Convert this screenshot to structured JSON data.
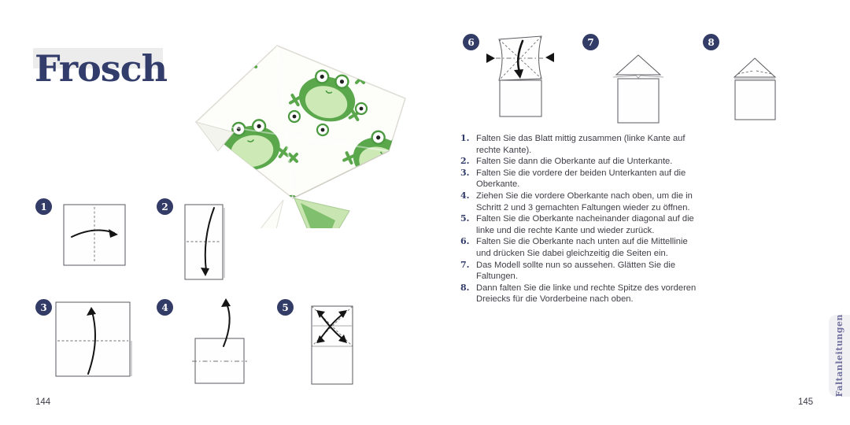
{
  "book": {
    "title": "Frosch",
    "left_page_number": "144",
    "right_page_number": "145",
    "side_tab_label": "Faltanleitungen"
  },
  "steps": [
    "1",
    "2",
    "3",
    "4",
    "5",
    "6",
    "7",
    "8"
  ],
  "instructions": [
    {
      "num": "1.",
      "text": "Falten Sie das Blatt mittig zusammen (linke Kante auf rechte Kante)."
    },
    {
      "num": "2.",
      "text": "Falten Sie dann die Oberkante auf die Unterkante."
    },
    {
      "num": "3.",
      "text": "Falten Sie die vordere der beiden Unterkanten auf die Oberkante."
    },
    {
      "num": "4.",
      "text": "Ziehen Sie die vordere Oberkante nach oben, um die in Schritt 2 und 3 gemachten Faltungen wieder zu öffnen."
    },
    {
      "num": "5.",
      "text": "Falten Sie die Oberkante nacheinander diagonal auf die linke und die rechte Kante und wieder zurück."
    },
    {
      "num": "6.",
      "text": "Falten Sie die Oberkante nach unten auf die Mittellinie und drücken Sie dabei gleichzeitig die Seiten ein."
    },
    {
      "num": "7.",
      "text": "Das Modell sollte nun so aussehen. Glätten Sie die Faltungen."
    },
    {
      "num": "8.",
      "text": "Dann falten Sie die linke und rechte Spitze des vorderen Dreiecks für die Vorderbeine nach oben."
    }
  ],
  "colors": {
    "navy": "#333d6b",
    "body_text": "#3e3e46",
    "title_band": "#ececec",
    "tab_bg": "#f1f0f3",
    "tab_text": "#7272a0",
    "frog_green_dark": "#5aa74c",
    "frog_green_light": "#cdeab6"
  }
}
